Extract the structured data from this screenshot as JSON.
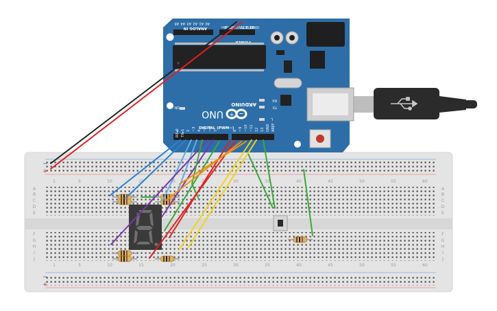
{
  "arduino": {
    "brand": "ARDUINO",
    "model": "UNO",
    "on_label": "ON",
    "l_label": "L",
    "tx_label": "TX",
    "rx_label": "RX",
    "digital_label": "DIGITAL (PWM~)",
    "power_label": "POWER",
    "analog_label": "ANALOG IN",
    "aref_label": "AREF",
    "gnd_label": "GND",
    "digital_pins": [
      "13",
      "12",
      "~11",
      "~10",
      "~9",
      "8",
      "7",
      "~6",
      "~5",
      "4",
      "~3",
      "2",
      "TX▸1",
      "RX◂0"
    ],
    "power_pins": [
      "IOREF",
      "RESET",
      "3.3V",
      "5V",
      "GND",
      "GND",
      "Vin"
    ],
    "analog_pins": [
      "A0",
      "A1",
      "A2",
      "A3",
      "A4",
      "A5"
    ]
  },
  "breadboard": {
    "top_numbers": [
      "1",
      "5",
      "10",
      "15",
      "20",
      "25",
      "30",
      "35",
      "40",
      "45",
      "50",
      "55",
      "60"
    ],
    "bottom_numbers": [
      "1",
      "5",
      "10",
      "15",
      "20",
      "25",
      "30",
      "35",
      "40",
      "45",
      "50",
      "55",
      "60"
    ],
    "rows_top": [
      "A",
      "B",
      "C",
      "D",
      "E"
    ],
    "rows_bottom": [
      "F",
      "G",
      "H",
      "I",
      "J"
    ],
    "rail_minus": "−",
    "rail_plus": "+"
  },
  "display": {
    "digit": "8"
  },
  "colors": {
    "board": "#2d6ea8",
    "breadboard": "#e3e3e3",
    "wire_red": "#e02020",
    "wire_black": "#222222",
    "wire_green": "#3aa83a",
    "wire_orange": "#f09010",
    "wire_yellow": "#f2d21a",
    "wire_purple": "#7a35a8",
    "wire_blue": "#2c7fd4"
  }
}
